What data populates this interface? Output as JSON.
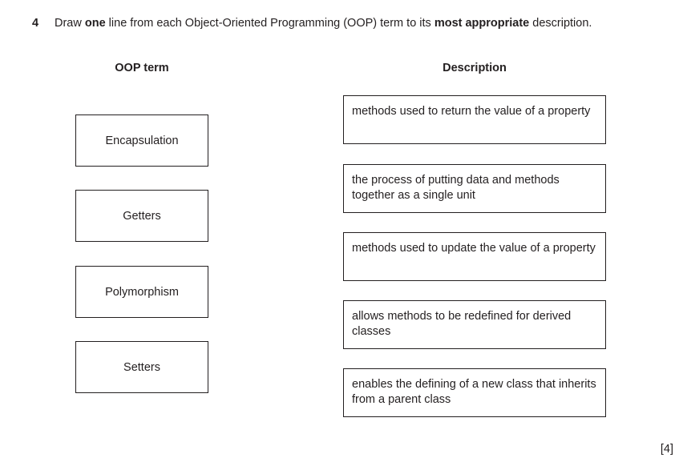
{
  "question": {
    "number": "4",
    "stem_parts": [
      {
        "text": "Draw ",
        "bold": false
      },
      {
        "text": "one",
        "bold": true
      },
      {
        "text": " line from each Object-Oriented Programming (OOP) term to its ",
        "bold": false
      },
      {
        "text": "most appropriate",
        "bold": true
      },
      {
        "text": " description.",
        "bold": false
      }
    ]
  },
  "headers": {
    "terms": "OOP term",
    "descriptions": "Description"
  },
  "terms": [
    "Encapsulation",
    "Getters",
    "Polymorphism",
    "Setters"
  ],
  "descriptions": [
    "methods used to return the value of a property",
    "the process of putting data and methods together as a single unit",
    "methods used to update the value of a property",
    "allows methods to be redefined for derived classes",
    "enables the defining of a new class that inherits from a parent class"
  ],
  "marks": "[4]"
}
